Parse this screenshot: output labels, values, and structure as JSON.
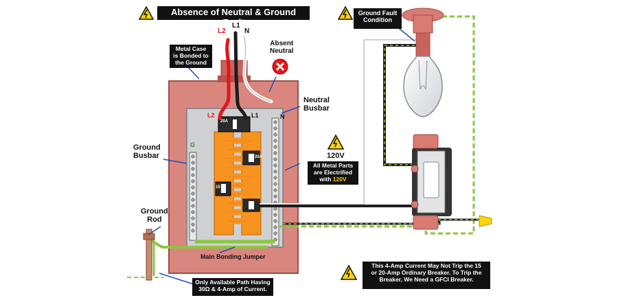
{
  "title": "Absence of Neutral & Ground Fault",
  "labels": {
    "ground_fault_line1": "Ground Fault",
    "ground_fault_line2": "Condition",
    "metal_case_line1": "Metal Case",
    "metal_case_line2": "is Bonded to",
    "metal_case_line3": "the Ground",
    "l2": "L2",
    "l1": "L1",
    "n": "N",
    "absent_neutral_line1": "Absent",
    "absent_neutral_line2": "Neutral",
    "neutral_busbar_line1": "Neutral",
    "neutral_busbar_line2": "Busbar",
    "ground_busbar_line1": "Ground",
    "ground_busbar_line2": "Busbar",
    "g": "G",
    "ground_rod_line1": "Ground",
    "ground_rod_line2": "Rod",
    "voltage": "120V",
    "metal_parts_line1": "All Metal Parts",
    "metal_parts_line2": "are Electrified",
    "metal_parts_line3_prefix": "with ",
    "metal_parts_line3_value": "120V",
    "main_bonding_jumper": "Main Bonding Jumper",
    "path_line1": "Only Available Path Having",
    "path_line2": "30Ω & 4-Amp of Current.",
    "bottom_note_line1": "This 4-Amp Current May Not Trip the 15",
    "bottom_note_line2": "or 20-Amp Ordinary Breaker. To Trip the",
    "bottom_note_line3": "Breaker, We Need a GFCI Breaker.",
    "breaker_main": "20A",
    "breaker_right": "20A",
    "breaker_left": "15"
  },
  "colors": {
    "panel_case": "#d9867f",
    "panel_inner": "#cfd0d2",
    "busbar_orange": "#f7931e",
    "hot_red": "#e3161b",
    "ground_green": "#8cc63f",
    "neutral_white": "#ffffff",
    "warning_yellow": "#ffd400",
    "fixture_copper": "#d97a73"
  },
  "icons": [
    "warning-icon",
    "absent-x-icon",
    "light-bulb-icon",
    "switch-icon",
    "wire-nut-icon",
    "ground-rod-icon"
  ]
}
